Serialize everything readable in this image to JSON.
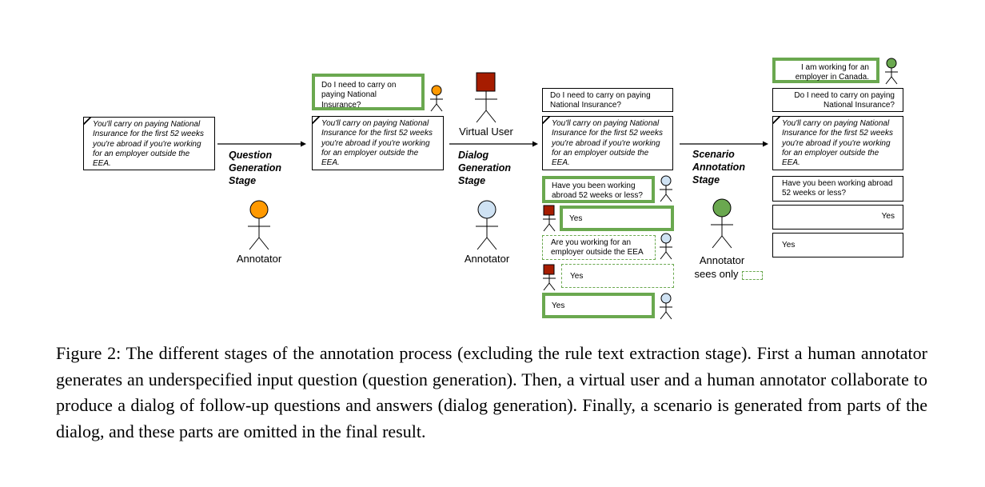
{
  "colors": {
    "green_border": "#6aa84f",
    "orange_annotator": "#ff9900",
    "blue_annotator": "#cfe2f3",
    "green_annotator": "#6aa84f",
    "virtual_user_red": "#a61c00"
  },
  "icons": [
    "stick-figure-icon",
    "virtual-user-icon",
    "arrow-right-icon"
  ],
  "rule_text": "You'll carry on paying National Insurance for the first 52 weeks you're abroad if you're working for an employer outside the EEA.",
  "stages": {
    "question_generation": [
      "Question",
      "Generation",
      "Stage"
    ],
    "dialog_generation": [
      "Dialog",
      "Generation",
      "Stage"
    ],
    "scenario_annotation": [
      "Scenario",
      "Annotation",
      "Stage"
    ]
  },
  "labels": {
    "annotator": "Annotator",
    "virtual_user": "Virtual User",
    "sees_only": "sees only"
  },
  "question_box": "Do I need to carry on paying National Insurance?",
  "dialog": {
    "question": "Do I need to carry on paying National Insurance?",
    "q1": "Have you been working abroad 52 weeks or less?",
    "a1": "Yes",
    "q2": "Are you working for an employer outside the EEA",
    "a2": "Yes",
    "final": "Yes"
  },
  "scenario": {
    "scenario_text": "I am working for an employer in Canada.",
    "question": "Do I need to carry on paying National Insurance?",
    "q1": "Have you been working abroad 52 weeks or less?",
    "a1": "Yes",
    "final": "Yes"
  },
  "caption": "Figure 2:  The different stages of the annotation process (excluding the rule text extraction stage). First a human annotator generates an underspecified input question (question generation). Then, a virtual user and a human annotator collaborate to produce a dialog of follow-up questions and answers (dialog generation). Finally, a scenario is generated from parts of the dialog, and these parts are omitted in the final result."
}
